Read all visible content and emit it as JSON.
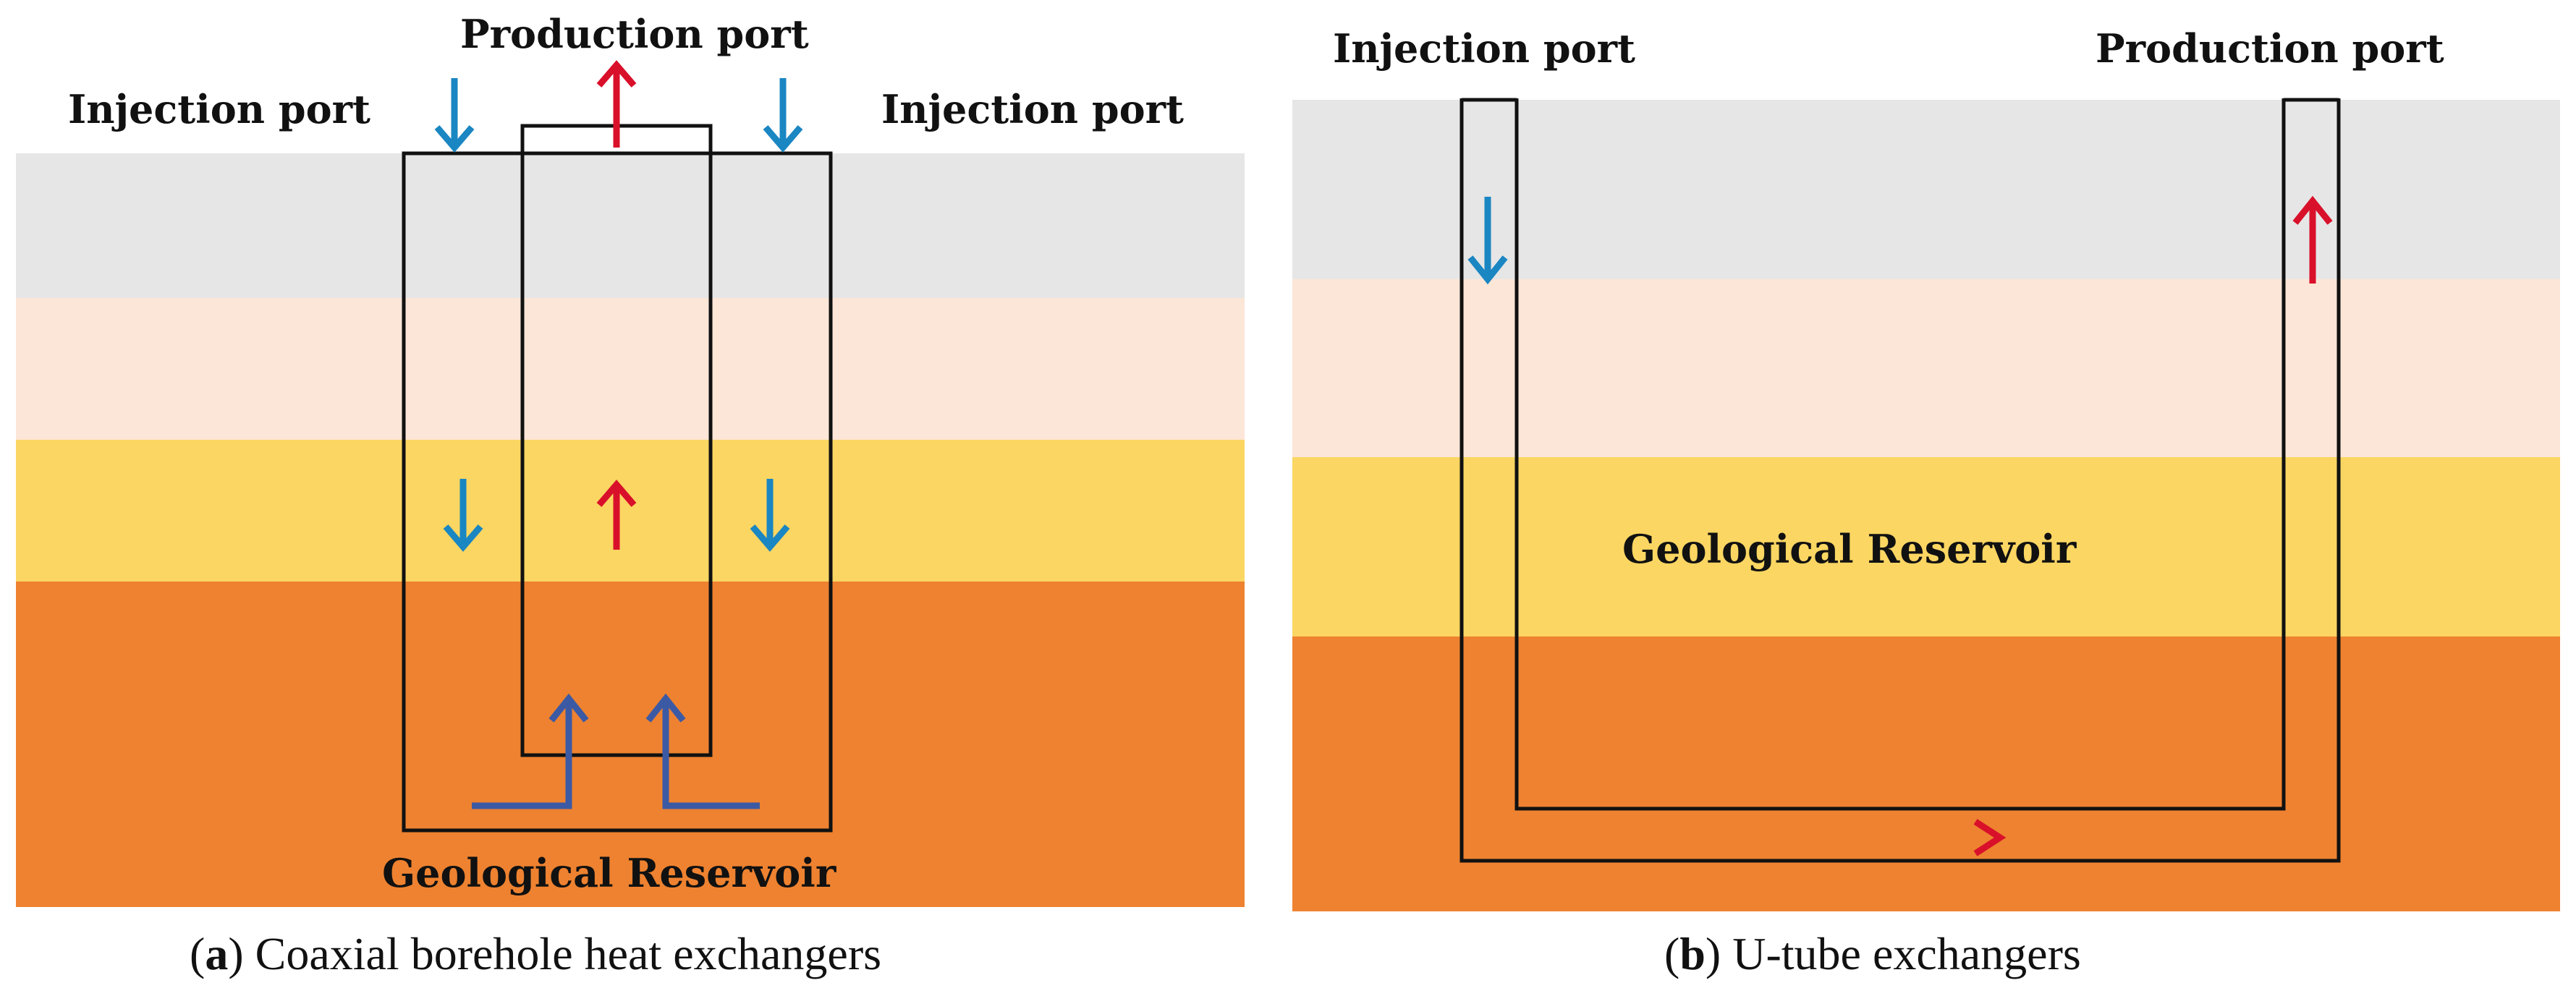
{
  "colors": {
    "layer_gray": "#e6e6e6",
    "layer_peach": "#fce6d8",
    "layer_yellow": "#fbd662",
    "layer_orange": "#ee8230",
    "arrow_blue": "#1a86c2",
    "arrow_red": "#d9102a",
    "arrow_navy": "#3c5aa4",
    "pipe": "#111111"
  },
  "panel_a": {
    "label_injection_left": "Injection port",
    "label_production": "Production port",
    "label_injection_right": "Injection port",
    "label_reservoir": "Geological Reservoir",
    "caption_letter": "a",
    "caption_text": " Coaxial borehole heat exchangers"
  },
  "panel_b": {
    "label_injection": "Injection port",
    "label_production": "Production port",
    "label_reservoir": "Geological Reservoir",
    "caption_letter": "b",
    "caption_text": " U-tube exchangers"
  },
  "icons": {
    "arrow_down": "arrow-down-icon",
    "arrow_up": "arrow-up-icon",
    "arrow_right": "arrow-right-icon"
  }
}
